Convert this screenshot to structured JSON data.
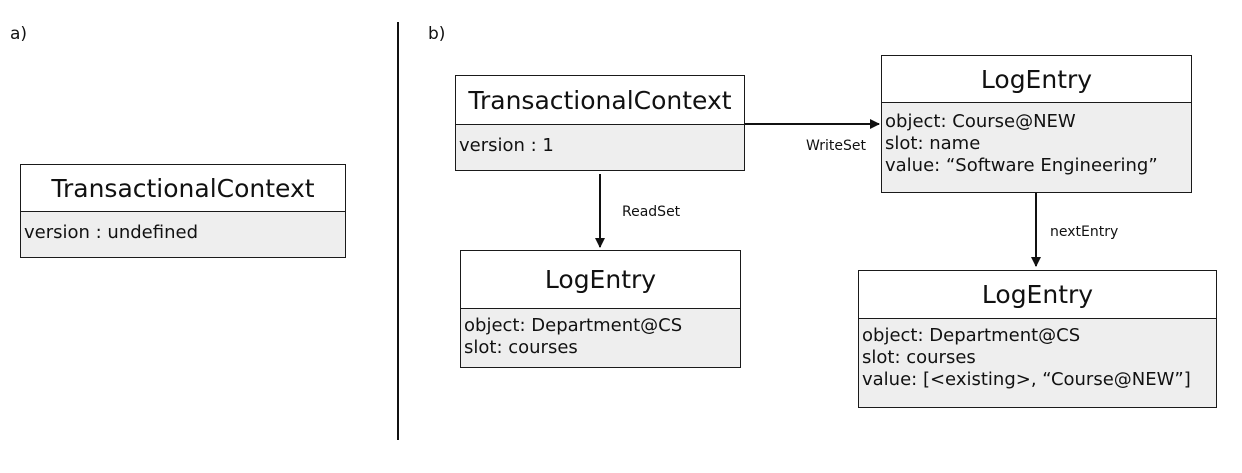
{
  "panels": {
    "a": "a)",
    "b": "b)"
  },
  "diagram_a": {
    "context": {
      "title": "TransactionalContext",
      "attributes": [
        "version : undefined"
      ]
    }
  },
  "diagram_b": {
    "context": {
      "title": "TransactionalContext",
      "attributes": [
        "version : 1"
      ]
    },
    "read_entry": {
      "title": "LogEntry",
      "attributes": [
        "object: Department@CS",
        "slot: courses"
      ]
    },
    "write_entry": {
      "title": "LogEntry",
      "attributes": [
        "object: Course@NEW",
        "slot: name",
        "value: “Software Engineering”"
      ]
    },
    "next_entry": {
      "title": "LogEntry",
      "attributes": [
        "object: Department@CS",
        "slot: courses",
        "value: [<existing>, “Course@NEW”]"
      ]
    },
    "edges": {
      "readset": "ReadSet",
      "writeset": "WriteSet",
      "nextentry": "nextEntry"
    }
  }
}
